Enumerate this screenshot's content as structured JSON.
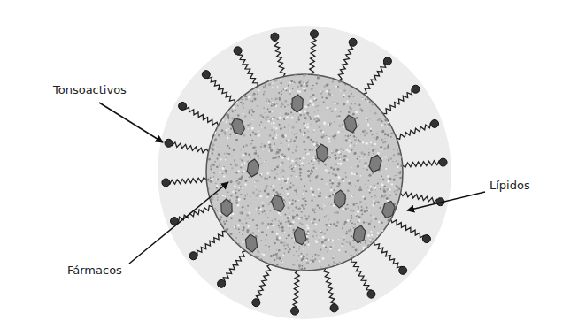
{
  "diagram": {
    "labels": [
      "Tonsoactivos",
      "Lípidos",
      "Fármacos"
    ]
  }
}
